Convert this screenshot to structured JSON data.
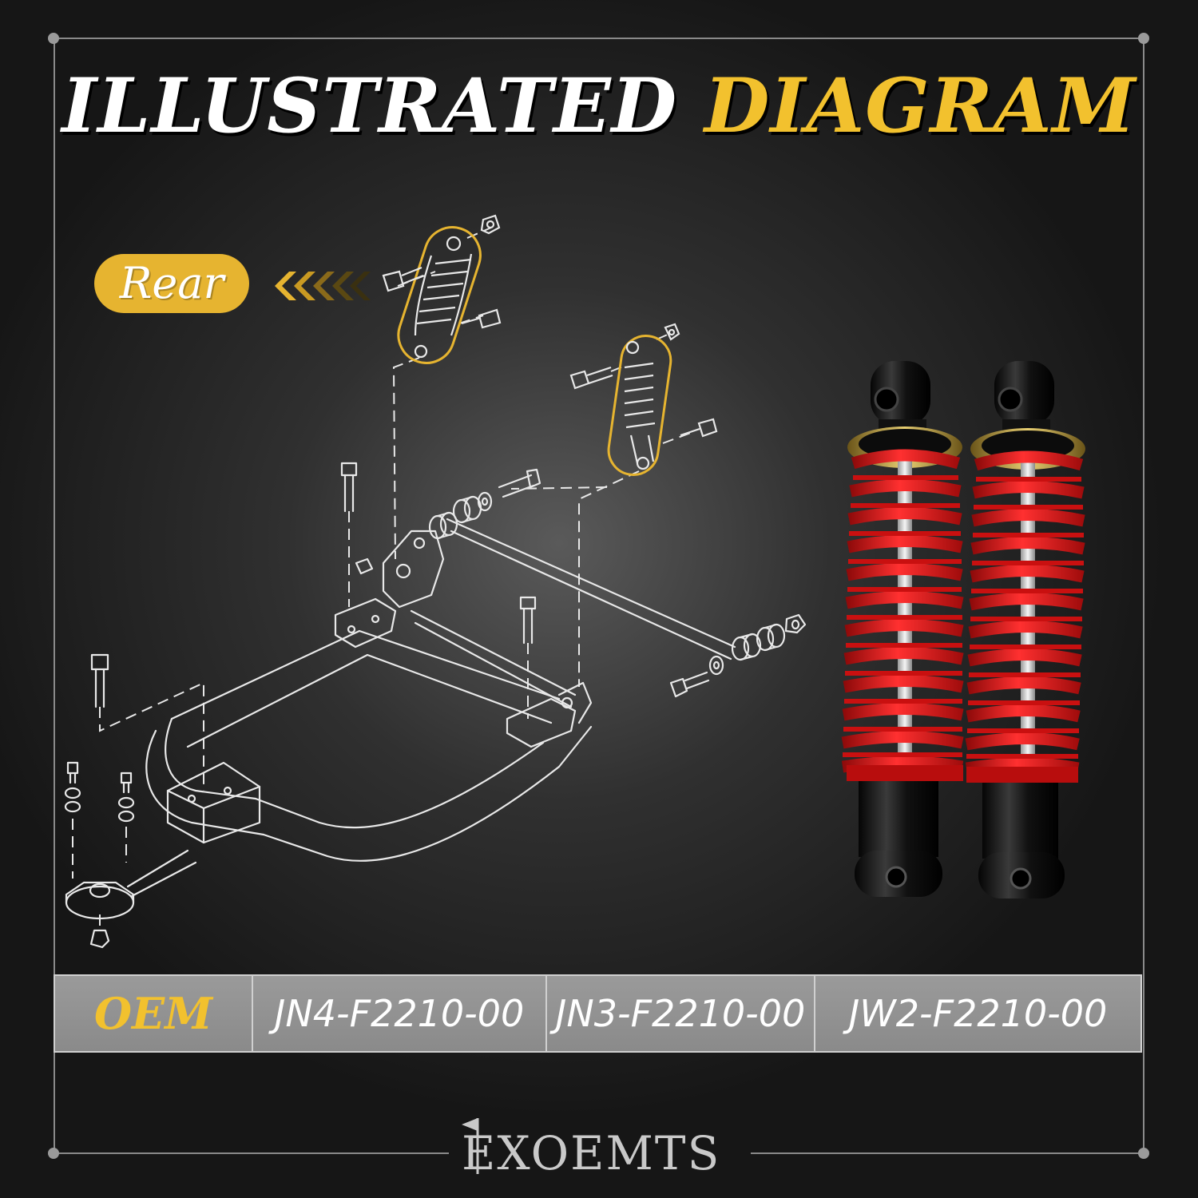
{
  "title": {
    "part1": "ILLUSTRATED",
    "part2": "DIAGRAM"
  },
  "badge": {
    "label": "Rear"
  },
  "oem_table": {
    "label": "OEM",
    "part_numbers": [
      "JN4-F2210-00",
      "JN3-F2210-00",
      "JW2-F2210-00"
    ]
  },
  "brand": {
    "logo_text": "EXOEMTS"
  },
  "colors": {
    "accent_gold": "#f2c12e",
    "spring_red": "#e01818",
    "background": "#1a1a1a"
  },
  "icons": [
    "chevron-left-arrows-icon",
    "golf-flag-icon",
    "golf-ball-icon"
  ]
}
